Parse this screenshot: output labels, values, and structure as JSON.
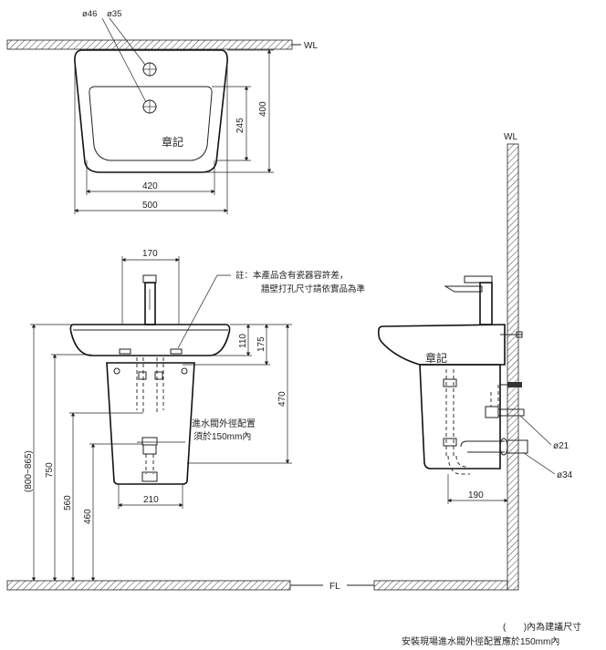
{
  "top_view": {
    "dia_outer": "ø46",
    "dia_inner": "ø35",
    "wall_label": "WL",
    "logo_text": "章記",
    "dim_245": "245",
    "dim_400": "400",
    "dim_420": "420",
    "dim_500": "500"
  },
  "front_view": {
    "dim_170": "170",
    "note_line1": "註：本產品含有瓷器容許差，",
    "note_line2": "牆壁打孔尺寸請依實品為準",
    "dim_110": "110",
    "dim_175": "175",
    "dim_470": "470",
    "valve_note_line1": "進水閥外徑配置",
    "valve_note_line2": "須於150mm內",
    "dim_range": "(800~865)",
    "dim_750": "750",
    "dim_560": "560",
    "dim_460": "460",
    "dim_210": "210",
    "floor_label": "FL"
  },
  "side_view": {
    "wall_label": "WL",
    "logo_text": "章記",
    "dia_21": "ø21",
    "dia_34": "ø34",
    "dim_190": "190"
  },
  "footer": {
    "note_line1": "(       )內為建議尺寸",
    "note_line2": "安裝現場進水閥外徑配置應於150mm內"
  }
}
